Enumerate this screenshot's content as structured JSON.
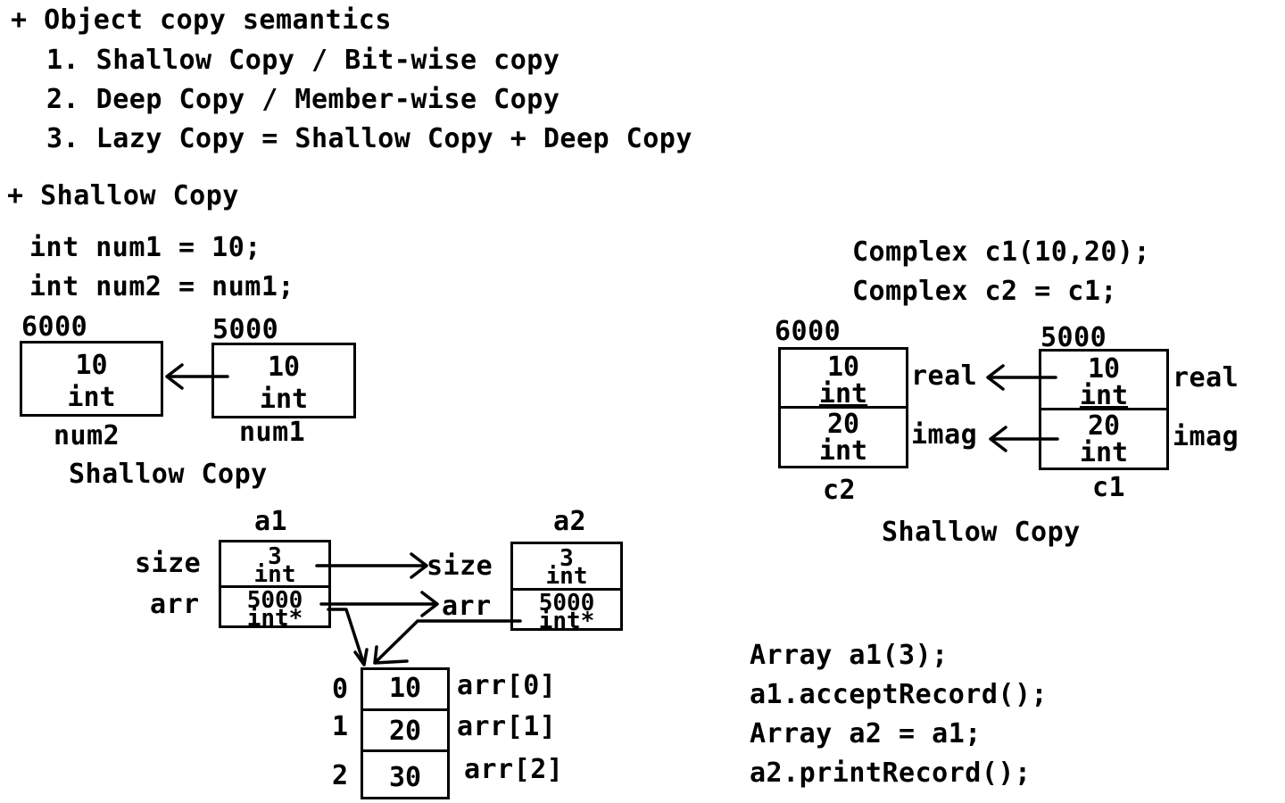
{
  "header": {
    "title": "+ Object copy semantics",
    "items": [
      "1. Shallow Copy / Bit-wise copy",
      "2. Deep Copy / Member-wise Copy",
      "3. Lazy Copy = Shallow Copy + Deep Copy"
    ]
  },
  "section_title": "+ Shallow Copy",
  "primitive_example": {
    "code": [
      "int num1 = 10;",
      "int num2 = num1;"
    ],
    "num2": {
      "address": "6000",
      "value": "10",
      "type": "int",
      "name": "num2"
    },
    "num1": {
      "address": "5000",
      "value": "10",
      "type": "int",
      "name": "num1"
    },
    "caption": "Shallow Copy"
  },
  "complex_example": {
    "code": [
      "Complex c1(10,20);",
      "Complex c2 = c1;"
    ],
    "c2": {
      "address": "6000",
      "name": "c2",
      "real": {
        "value": "10",
        "type": "int",
        "label": "real"
      },
      "imag": {
        "value": "20",
        "type": "int",
        "label": "imag"
      }
    },
    "c1": {
      "address": "5000",
      "name": "c1",
      "real": {
        "value": "10",
        "type": "int",
        "label": "real"
      },
      "imag": {
        "value": "20",
        "type": "int",
        "label": "imag"
      }
    },
    "caption": "Shallow Copy"
  },
  "array_example": {
    "a1": {
      "name": "a1",
      "size": {
        "label": "size",
        "value": "3",
        "type": "int"
      },
      "arr": {
        "label": "arr",
        "value": "5000",
        "type": "int*"
      }
    },
    "a2": {
      "name": "a2",
      "size": {
        "label": "size",
        "value": "3",
        "type": "int"
      },
      "arr": {
        "label": "arr",
        "value": "5000",
        "type": "int*"
      }
    },
    "elements": [
      {
        "index": "0",
        "value": "10",
        "label": "arr[0]"
      },
      {
        "index": "1",
        "value": "20",
        "label": "arr[1]"
      },
      {
        "index": "2",
        "value": "30",
        "label": "arr[2]"
      }
    ],
    "code": [
      "Array a1(3);",
      "a1.acceptRecord();",
      "Array a2 = a1;",
      "a2.printRecord();"
    ]
  }
}
